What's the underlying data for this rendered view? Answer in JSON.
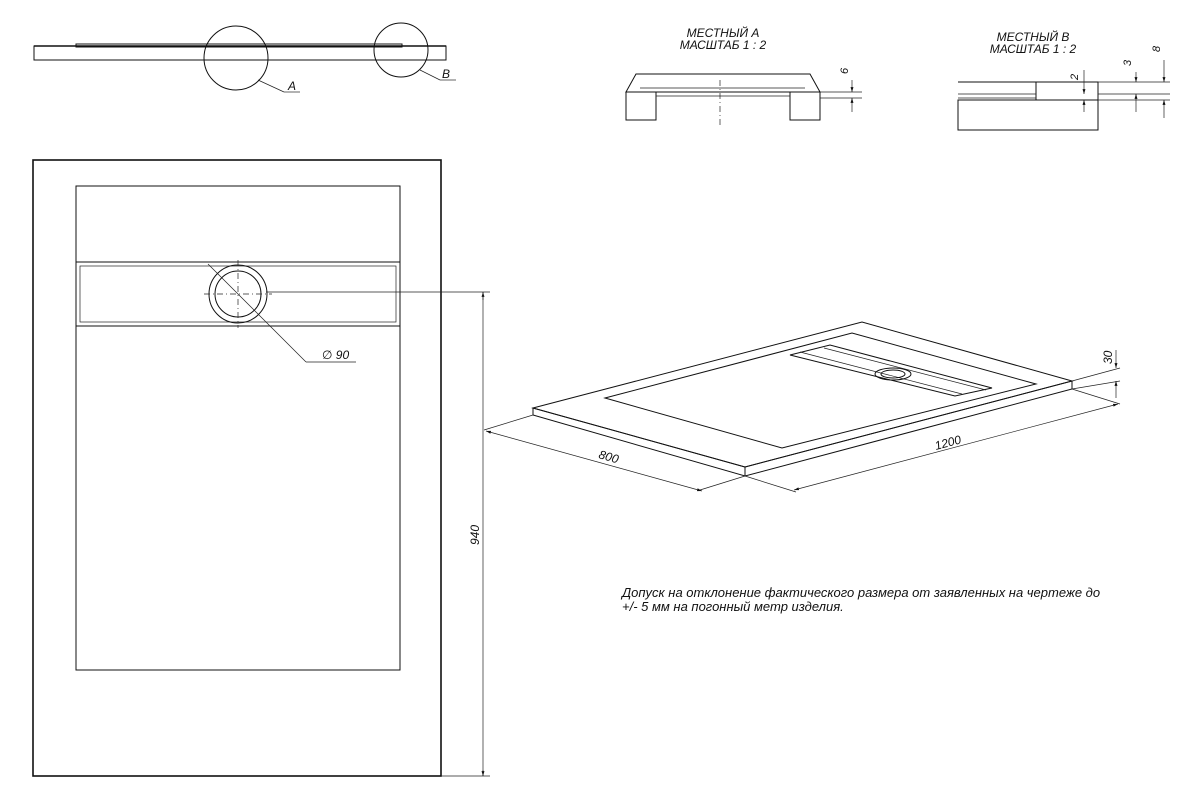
{
  "callouts": {
    "a": "A",
    "b": "B"
  },
  "detail_a": {
    "title_line1": "МЕСТНЫЙ А",
    "title_line2": "МАСШТАБ 1 : 2",
    "dim": "6"
  },
  "detail_b": {
    "title_line1": "МЕСТНЫЙ В",
    "title_line2": "МАСШТАБ 1 : 2",
    "dim_small": "2",
    "dim_mid": "3",
    "dim_large": "8"
  },
  "plan": {
    "drain_diameter": "∅ 90",
    "length": "940"
  },
  "isometric": {
    "width": "800",
    "length": "1200",
    "height": "30"
  },
  "note": "Допуск на отклонение фактического размера от заявленных на чертеже до +/- 5 мм на погонный метр изделия."
}
